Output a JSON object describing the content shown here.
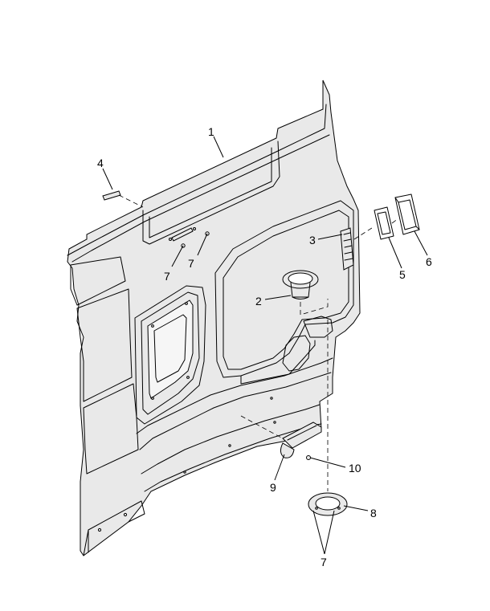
{
  "callouts": [
    {
      "id": "1",
      "text": "1"
    },
    {
      "id": "2",
      "text": "2"
    },
    {
      "id": "3",
      "text": "3"
    },
    {
      "id": "4",
      "text": "4"
    },
    {
      "id": "5",
      "text": "5"
    },
    {
      "id": "6",
      "text": "6"
    },
    {
      "id": "7a",
      "text": "7"
    },
    {
      "id": "7b",
      "text": "7"
    },
    {
      "id": "7c",
      "text": "7"
    },
    {
      "id": "8",
      "text": "8"
    },
    {
      "id": "9",
      "text": "9"
    },
    {
      "id": "10",
      "text": "10"
    }
  ]
}
